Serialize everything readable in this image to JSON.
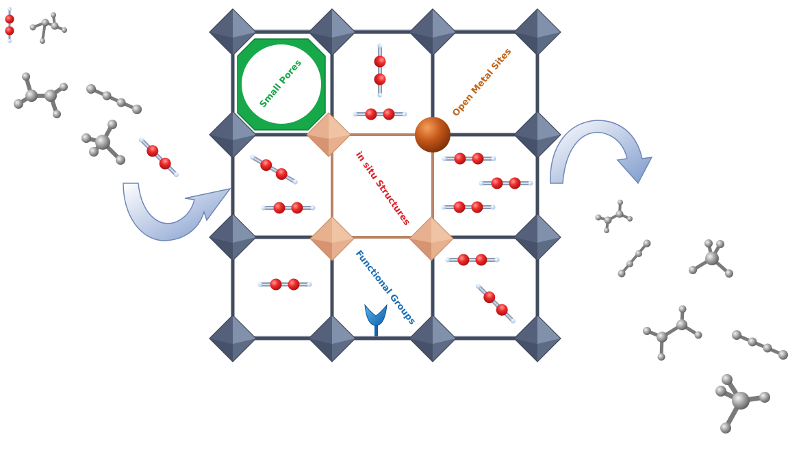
{
  "labels": {
    "small_pores": "Small Pores",
    "open_metal_sites": "Open Metal Sites",
    "in_situ_structures": "in situ Structures",
    "functional_groups": "Functional Groups"
  },
  "colors": {
    "small_pores": "#1aa64a",
    "open_metal_sites": "#c0651a",
    "in_situ_structures": "#e0202a",
    "functional_groups": "#1f6fb5",
    "framework_node": "#5c6a85",
    "framework_link": "#434c5e",
    "inner_node": "#e3a27d",
    "inner_link": "#b98566",
    "metal_site": "#c45a14",
    "oxygen_atom": "#e62a2a",
    "hydrogen_atom": "#b8d4f0",
    "carbon_atom": "#8a8a8a",
    "arrow": "#8fa7d2"
  },
  "icons": {
    "adsorption_arrow": "curved-arrow-in-icon",
    "desorption_arrow": "curved-arrow-out-icon",
    "functional_group": "y-shaped-receptor-icon",
    "metal_site": "metal-sphere-icon"
  },
  "molecules": {
    "feed_side": [
      "acetylene",
      "ethylene",
      "ethane",
      "acetylene"
    ],
    "in_pores": "acetylene",
    "released": [
      "ethylene",
      "acetylene",
      "ethane"
    ]
  }
}
